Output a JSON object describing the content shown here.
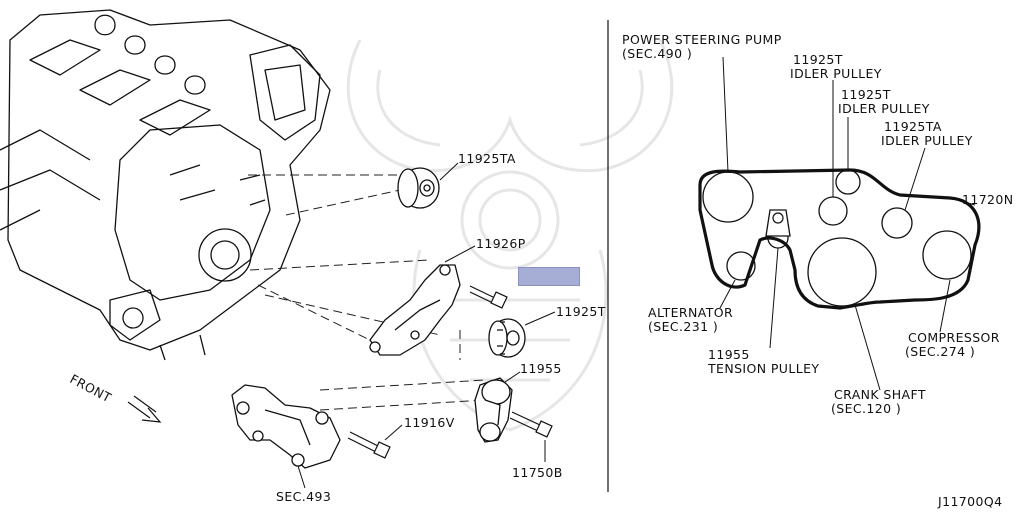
{
  "diagram": {
    "code": "J11700Q4",
    "front_label": "FRONT",
    "left_labels": {
      "idler_ta": "11925TA",
      "bracket": "11926P",
      "idler_t": "11925T",
      "tensioner": "11955",
      "bolt_v": "11916V",
      "bolt_b": "11750B",
      "sec493": "SEC.493"
    },
    "right_labels": {
      "ps_pump": "POWER STEERING PUMP",
      "ps_sec": "(SEC.490 )",
      "idler1_num": "11925T",
      "idler1_name": "IDLER PULLEY",
      "idler2_num": "11925T",
      "idler2_name": "IDLER PULLEY",
      "idler3_num": "11925TA",
      "idler3_name": "IDLER PULLEY",
      "belt": "11720N",
      "alternator": "ALTERNATOR",
      "alternator_sec": "(SEC.231 )",
      "tension_num": "11955",
      "tension_name": "TENSION PULLEY",
      "compressor": "COMPRESSOR",
      "compressor_sec": "(SEC.274 )",
      "crank": "CRANK SHAFT",
      "crank_sec": "(SEC.120 )"
    },
    "highlight_color": "#a7aed6"
  }
}
